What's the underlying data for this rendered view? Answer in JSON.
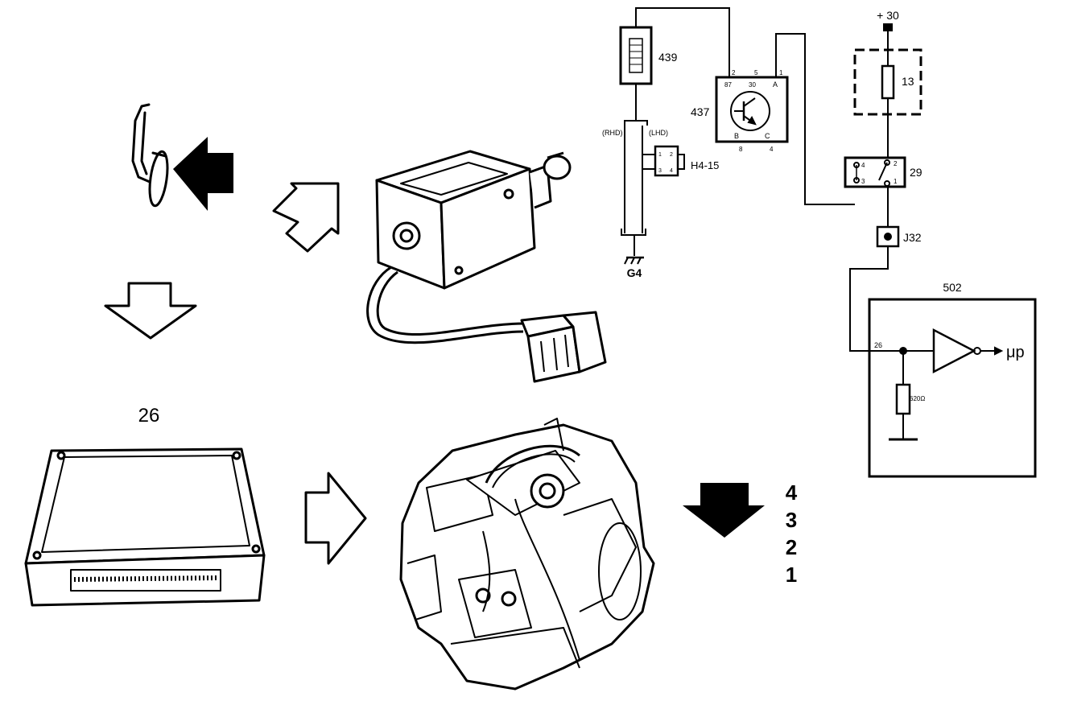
{
  "labels": {
    "ecu": "26",
    "relay_439": "439",
    "transistor_437": "437",
    "fuse_13": "13",
    "plus_30": "+ 30",
    "switch_29": "29",
    "connector_j32": "J32",
    "module_502": "502",
    "connector_h4_15": "H4-15",
    "ground_g4": "G4",
    "rhd": "(RHD)",
    "lhd": "(LHD)",
    "micro_p": "μp",
    "resistor_value": "620Ω",
    "pin_26": "26"
  },
  "pins_437": {
    "p2": "2",
    "p5": "5",
    "p1": "1",
    "p87": "87",
    "p30": "30",
    "pA": "A",
    "pB": "B",
    "pC": "C",
    "p8": "8",
    "p4": "4"
  },
  "pins_29": {
    "p4": "4",
    "p2": "2",
    "p3": "3",
    "p1": "1"
  },
  "pins_h4": {
    "p1": "1",
    "p2": "2",
    "p3": "3",
    "p4": "4"
  },
  "gear_list": [
    "4",
    "3",
    "2",
    "1"
  ]
}
